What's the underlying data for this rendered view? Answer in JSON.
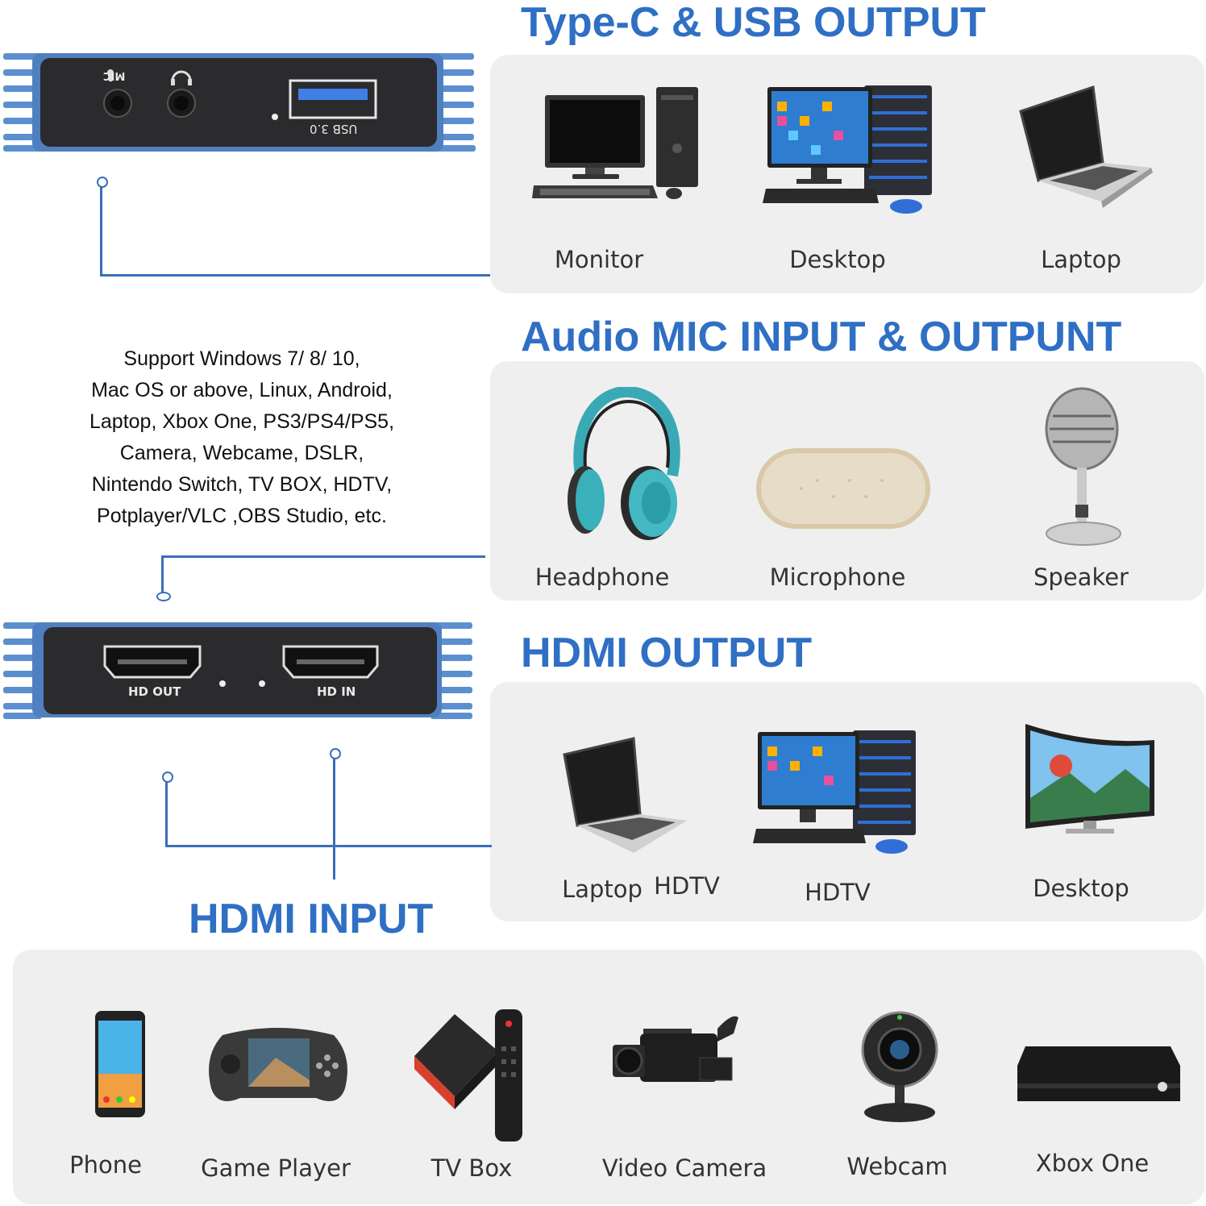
{
  "sections": {
    "usb": {
      "title": "Type-C & USB OUTPUT",
      "items": [
        "Monitor",
        "Desktop",
        "Laptop"
      ]
    },
    "audio": {
      "title": "Audio MIC INPUT & OUTPUNT",
      "items": [
        "Headphone",
        "Microphone",
        "Speaker"
      ]
    },
    "hdmi_out": {
      "title": "HDMI OUTPUT",
      "items": [
        "Laptop",
        "HDTV",
        "HDTV",
        "Desktop"
      ]
    },
    "hdmi_in": {
      "title": "HDMI INPUT",
      "items": [
        "Phone",
        "Game Player",
        "TV Box",
        "Video Camera",
        "Webcam",
        "Xbox One"
      ]
    }
  },
  "device_top": {
    "mic_label": "MIC",
    "usb_label": "USB 3.0"
  },
  "device_bottom": {
    "out_label": "HD OUT",
    "in_label": "HD IN"
  },
  "support_lines": [
    "Support  Windows 7/ 8/ 10,",
    "Mac OS or above, Linux, Android,",
    "Laptop, Xbox One, PS3/PS4/PS5,",
    "Camera, Webcame, DSLR,",
    "Nintendo Switch, TV BOX, HDTV,",
    "Potplayer/VLC ,OBS  Studio, etc."
  ],
  "colors": {
    "accent": "#2f6fc4",
    "panel": "#efefef",
    "device_body": "#2b2b2e",
    "device_fins": "#5b8fd0"
  },
  "icons": [
    "monitor-pc-icon",
    "desktop-pc-icon",
    "laptop-icon",
    "headphone-icon",
    "speaker-bar-icon",
    "microphone-icon",
    "curved-tv-icon",
    "phone-icon",
    "game-player-icon",
    "tv-box-icon",
    "video-camera-icon",
    "webcam-icon",
    "xbox-icon"
  ]
}
